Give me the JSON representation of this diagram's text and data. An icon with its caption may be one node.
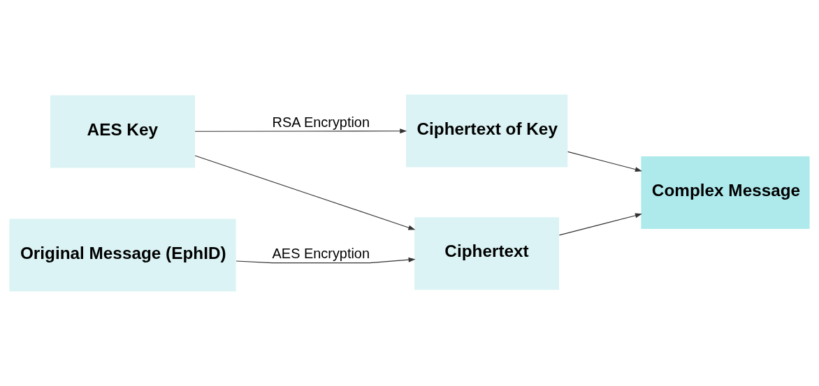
{
  "diagram": {
    "nodes": [
      {
        "text": [
          "AES Key"
        ]
      },
      {
        "text": [
          "Ciphertext of Key"
        ]
      },
      {
        "text": [
          "Complex Message"
        ]
      },
      {
        "text": [
          "Original Message (EphID)"
        ]
      },
      {
        "text": [
          "Ciphertext"
        ]
      }
    ],
    "edges": [
      {
        "from": 0,
        "to": 1,
        "arrow": "to",
        "label": "RSA Encryption"
      },
      {
        "from": 0,
        "to": 4,
        "arrow": "to"
      },
      {
        "from": 3,
        "to": 4,
        "arrow": "to",
        "label": "AES Encryption"
      },
      {
        "from": 1,
        "to": 2,
        "arrow": "to"
      },
      {
        "from": 4,
        "to": 2,
        "arrow": "to"
      }
    ]
  }
}
